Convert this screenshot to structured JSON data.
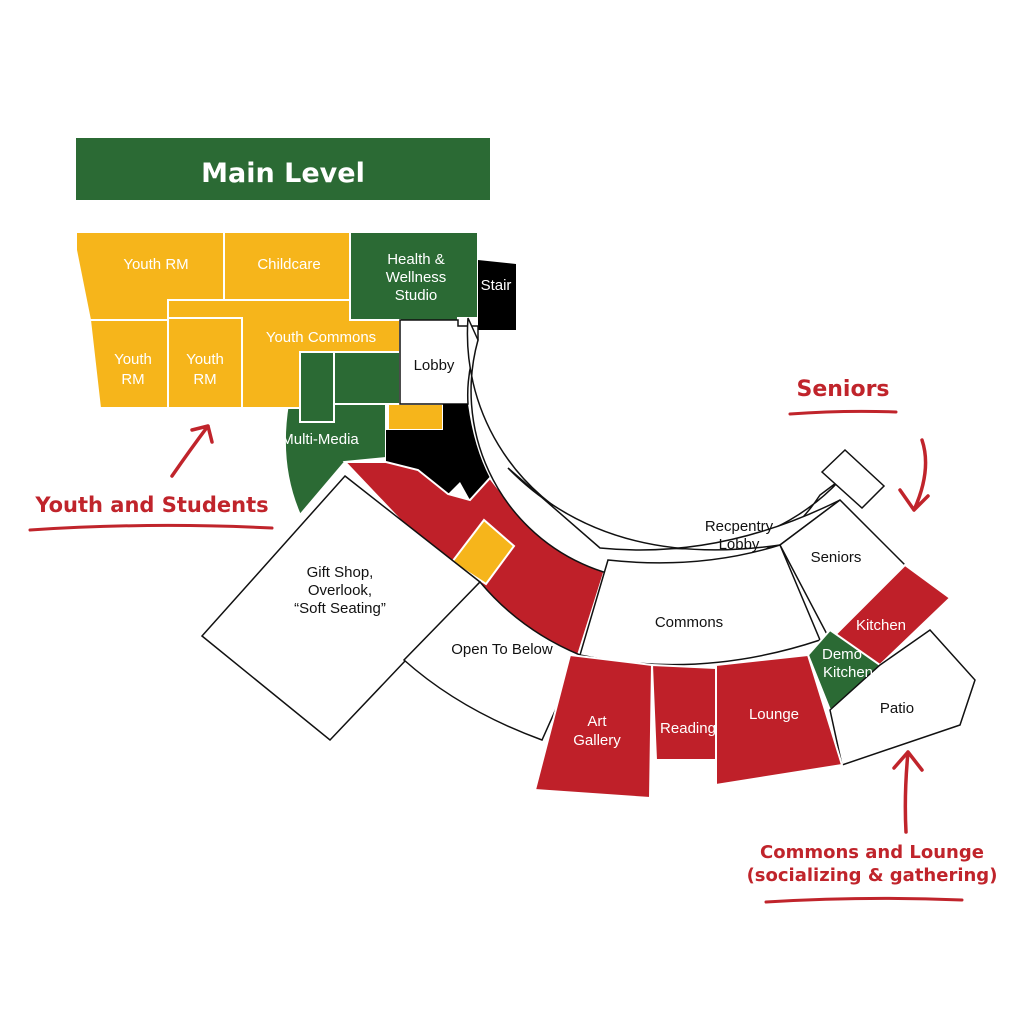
{
  "title": "Main Level",
  "colors": {
    "youth": "#f6b51b",
    "wellness": "#2b6a34",
    "red": "#bf2029",
    "stair": "#000000",
    "annotation": "#c0242b"
  },
  "rooms": {
    "youth_rm_1": "Youth RM",
    "childcare": "Childcare",
    "health_1": "Health &",
    "health_2": "Wellness",
    "health_3": "Studio",
    "stair": "Stair",
    "youth_rm_2a": "Youth",
    "youth_rm_2b": "RM",
    "youth_rm_3a": "Youth",
    "youth_rm_3b": "RM",
    "youth_commons": "Youth Commons",
    "lobby": "Lobby",
    "multi_media": "Multi-Media",
    "gift_1": "Gift Shop,",
    "gift_2": "Overlook,",
    "gift_3": "“Soft Seating”",
    "open_below": "Open To Below",
    "recpentry_1": "Recpentry",
    "recpentry_2": "Lobby",
    "seniors": "Seniors",
    "commons": "Commons",
    "kitchen": "Kitchen",
    "demo_1": "Demo",
    "demo_2": "Kitchen",
    "art_1": "Art",
    "art_2": "Gallery",
    "reading": "Reading",
    "lounge": "Lounge",
    "patio": "Patio"
  },
  "annotations": {
    "seniors": "Seniors",
    "youth": "Youth and Students",
    "commons_1": "Commons and Lounge",
    "commons_2": "(socializing & gathering)"
  }
}
